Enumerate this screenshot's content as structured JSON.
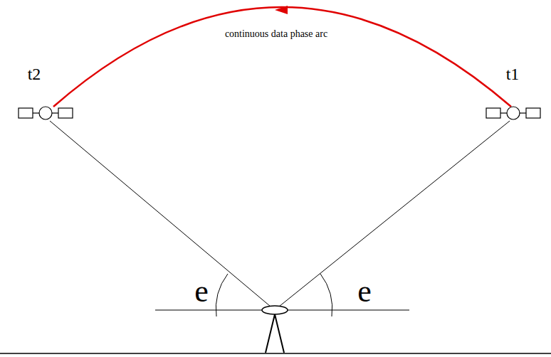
{
  "diagram": {
    "labels": [
      "continuous data phase arc",
      "t2",
      "t1",
      "e",
      "e"
    ]
  }
}
